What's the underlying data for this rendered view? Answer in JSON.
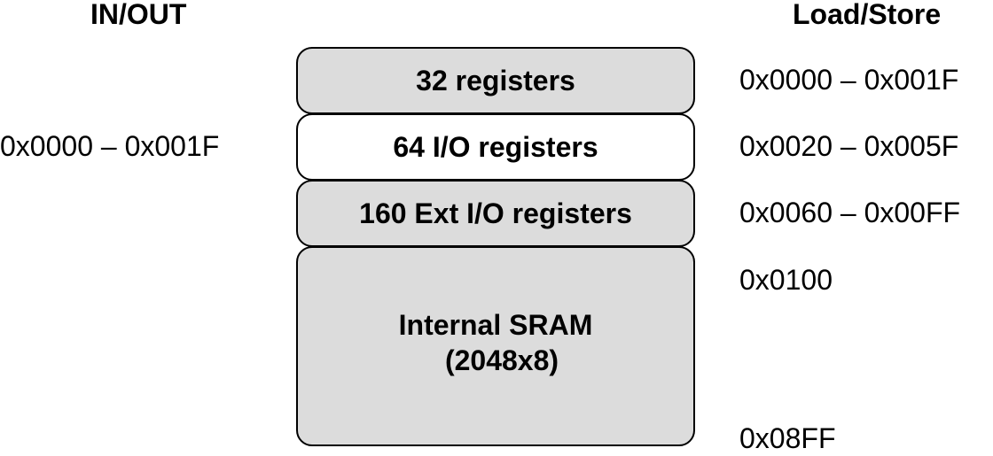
{
  "headings": {
    "in_out": "IN/OUT",
    "load_store": "Load/Store"
  },
  "blocks": [
    {
      "label": "32 registers",
      "fill": "#dcdcdc"
    },
    {
      "label": "64 I/O registers",
      "fill": "#ffffff"
    },
    {
      "label": "160 Ext I/O registers",
      "fill": "#dcdcdc"
    },
    {
      "label": "Internal SRAM",
      "sublabel": "(2048x8)",
      "fill": "#dcdcdc"
    }
  ],
  "in_out_addresses": [
    "0x0000 – 0x001F"
  ],
  "load_store_addresses": [
    "0x0000 – 0x001F",
    "0x0020 – 0x005F",
    "0x0060 – 0x00FF",
    "0x0100",
    "0x08FF"
  ],
  "colors": {
    "block_fill_gray": "#dcdcdc",
    "block_fill_white": "#ffffff",
    "border": "#000000"
  }
}
